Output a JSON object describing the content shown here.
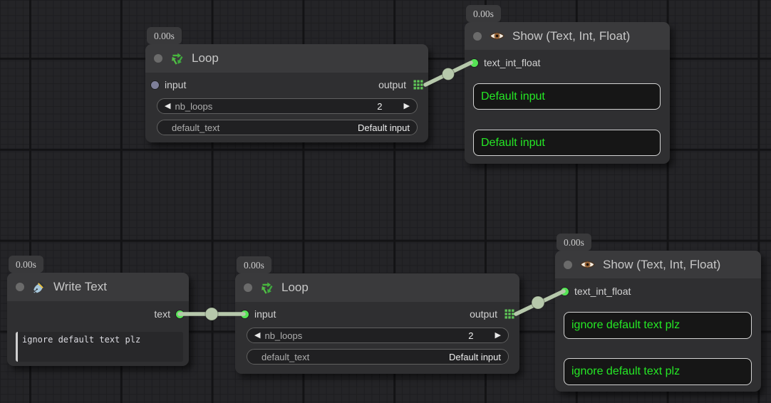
{
  "canvas": {
    "wire_color": "#b6c8ab",
    "accent_green": "#25e825",
    "socket_connected_color": "#55e455",
    "socket_unconnected_color": "#7e7f99"
  },
  "icons": {
    "decrement": "◀",
    "increment": "▶"
  },
  "nodes": {
    "loop_top": {
      "timer": "0.00s",
      "title": "Loop",
      "input_label": "input",
      "output_label": "output",
      "widgets": {
        "nb_loops": {
          "label": "nb_loops",
          "value": "2"
        },
        "default_text": {
          "label": "default_text",
          "value": "Default input"
        }
      }
    },
    "show_top": {
      "timer": "0.00s",
      "title": "Show (Text, Int, Float)",
      "input_label": "text_int_float",
      "displays": [
        "Default input",
        "Default input"
      ]
    },
    "write_text": {
      "timer": "0.00s",
      "title": "Write Text",
      "output_label": "text",
      "text_value": "ignore default text plz"
    },
    "loop_bottom": {
      "timer": "0.00s",
      "title": "Loop",
      "input_label": "input",
      "output_label": "output",
      "widgets": {
        "nb_loops": {
          "label": "nb_loops",
          "value": "2"
        },
        "default_text": {
          "label": "default_text",
          "value": "Default input"
        }
      }
    },
    "show_bottom": {
      "timer": "0.00s",
      "title": "Show (Text, Int, Float)",
      "input_label": "text_int_float",
      "displays": [
        "ignore default text plz",
        "ignore default text plz"
      ]
    }
  }
}
